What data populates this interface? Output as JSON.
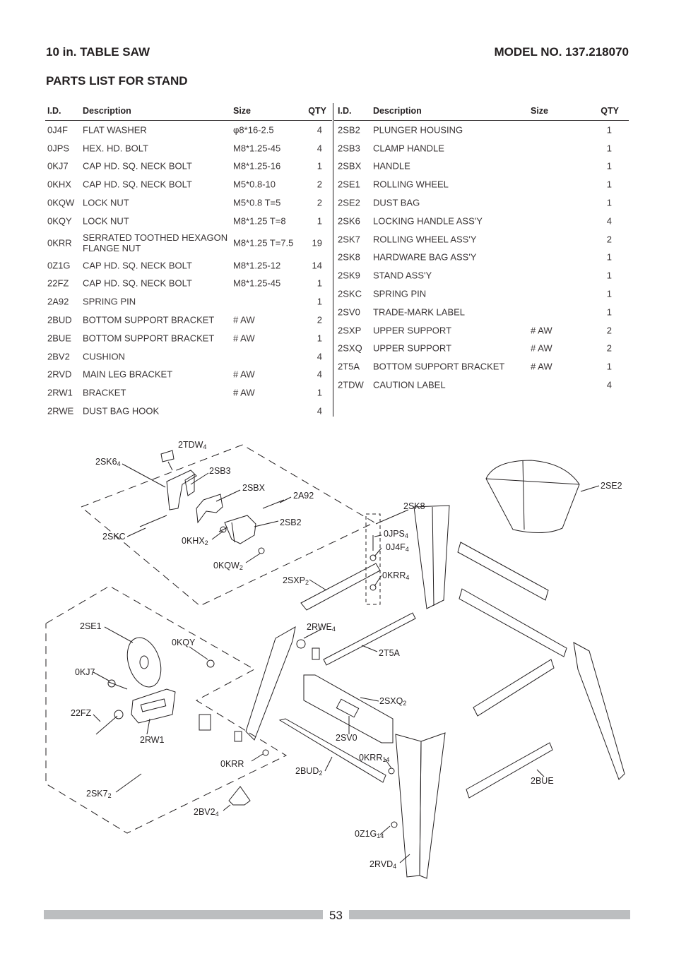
{
  "header": {
    "title": "10 in. TABLE SAW",
    "model": "MODEL NO. 137.218070",
    "subtitle": "PARTS LIST FOR STAND"
  },
  "columns": {
    "id": "I.D.",
    "description": "Description",
    "size": "Size",
    "qty": "QTY"
  },
  "parts_left": [
    {
      "id": "0J4F",
      "description": "FLAT WASHER",
      "size": "φ8*16-2.5",
      "qty": "4"
    },
    {
      "id": "0JPS",
      "description": "HEX. HD. BOLT",
      "size": "M8*1.25-45",
      "qty": "4"
    },
    {
      "id": "0KJ7",
      "description": "CAP HD. SQ. NECK BOLT",
      "size": "M8*1.25-16",
      "qty": "1"
    },
    {
      "id": "0KHX",
      "description": "CAP HD. SQ. NECK BOLT",
      "size": "M5*0.8-10",
      "qty": "2"
    },
    {
      "id": "0KQW",
      "description": "LOCK NUT",
      "size": "M5*0.8 T=5",
      "qty": "2"
    },
    {
      "id": "0KQY",
      "description": "LOCK NUT",
      "size": "M8*1.25 T=8",
      "qty": "1"
    },
    {
      "id": "0KRR",
      "description": "SERRATED TOOTHED HEXAGON FLANGE NUT",
      "size": "M8*1.25 T=7.5",
      "qty": "19"
    },
    {
      "id": "0Z1G",
      "description": "CAP HD. SQ. NECK BOLT",
      "size": "M8*1.25-12",
      "qty": "14"
    },
    {
      "id": "22FZ",
      "description": "CAP HD. SQ. NECK BOLT",
      "size": "M8*1.25-45",
      "qty": "1"
    },
    {
      "id": "2A92",
      "description": "SPRING PIN",
      "size": "",
      "qty": "1"
    },
    {
      "id": "2BUD",
      "description": "BOTTOM SUPPORT BRACKET",
      "size": "# AW",
      "qty": "2"
    },
    {
      "id": "2BUE",
      "description": "BOTTOM SUPPORT BRACKET",
      "size": "# AW",
      "qty": "1"
    },
    {
      "id": "2BV2",
      "description": "CUSHION",
      "size": "",
      "qty": "4"
    },
    {
      "id": "2RVD",
      "description": "MAIN LEG BRACKET",
      "size": "# AW",
      "qty": "4"
    },
    {
      "id": "2RW1",
      "description": "BRACKET",
      "size": "# AW",
      "qty": "1"
    },
    {
      "id": "2RWE",
      "description": "DUST BAG HOOK",
      "size": "",
      "qty": "4"
    }
  ],
  "parts_right": [
    {
      "id": "2SB2",
      "description": "PLUNGER HOUSING",
      "size": "",
      "qty": "1"
    },
    {
      "id": "2SB3",
      "description": "CLAMP HANDLE",
      "size": "",
      "qty": "1"
    },
    {
      "id": "2SBX",
      "description": "HANDLE",
      "size": "",
      "qty": "1"
    },
    {
      "id": "2SE1",
      "description": "ROLLING WHEEL",
      "size": "",
      "qty": "1"
    },
    {
      "id": "2SE2",
      "description": "DUST BAG",
      "size": "",
      "qty": "1"
    },
    {
      "id": "2SK6",
      "description": "LOCKING HANDLE ASS'Y",
      "size": "",
      "qty": "4"
    },
    {
      "id": "2SK7",
      "description": "ROLLING WHEEL ASS'Y",
      "size": "",
      "qty": "2"
    },
    {
      "id": "2SK8",
      "description": "HARDWARE BAG ASS'Y",
      "size": "",
      "qty": "1"
    },
    {
      "id": "2SK9",
      "description": "STAND ASS'Y",
      "size": "",
      "qty": "1"
    },
    {
      "id": "2SKC",
      "description": "SPRING PIN",
      "size": "",
      "qty": "1"
    },
    {
      "id": "2SV0",
      "description": "TRADE-MARK LABEL",
      "size": "",
      "qty": "1"
    },
    {
      "id": "2SXP",
      "description": "UPPER SUPPORT",
      "size": "# AW",
      "qty": "2"
    },
    {
      "id": "2SXQ",
      "description": "UPPER SUPPORT",
      "size": "# AW",
      "qty": "2"
    },
    {
      "id": "2T5A",
      "description": "BOTTOM SUPPORT BRACKET",
      "size": "# AW",
      "qty": "1"
    },
    {
      "id": "2TDW",
      "description": "CAUTION LABEL",
      "size": "",
      "qty": "4"
    }
  ],
  "callouts": [
    {
      "code": "2TDW",
      "qty": "4"
    },
    {
      "code": "2SK6",
      "qty": "4"
    },
    {
      "code": "2SB3",
      "qty": ""
    },
    {
      "code": "2SBX",
      "qty": ""
    },
    {
      "code": "2A92",
      "qty": ""
    },
    {
      "code": "2SB2",
      "qty": ""
    },
    {
      "code": "2SKC",
      "qty": ""
    },
    {
      "code": "0KHX",
      "qty": "2"
    },
    {
      "code": "0KQW",
      "qty": "2"
    },
    {
      "code": "2SK8",
      "qty": ""
    },
    {
      "code": "0JPS",
      "qty": "4"
    },
    {
      "code": "0J4F",
      "qty": "4"
    },
    {
      "code": "0KRR",
      "qty": "4"
    },
    {
      "code": "2SXP",
      "qty": "2"
    },
    {
      "code": "2SE2",
      "qty": ""
    },
    {
      "code": "2SE1",
      "qty": ""
    },
    {
      "code": "0KQY",
      "qty": ""
    },
    {
      "code": "0KJ7",
      "qty": ""
    },
    {
      "code": "22FZ",
      "qty": ""
    },
    {
      "code": "2RW1",
      "qty": ""
    },
    {
      "code": "2RWE",
      "qty": "4"
    },
    {
      "code": "2T5A",
      "qty": ""
    },
    {
      "code": "2SXQ",
      "qty": "2"
    },
    {
      "code": "2SV0",
      "qty": ""
    },
    {
      "code": "0KRR",
      "qty": "14"
    },
    {
      "code": "0KRR",
      "qty": ""
    },
    {
      "code": "2BUD",
      "qty": "2"
    },
    {
      "code": "2BUE",
      "qty": ""
    },
    {
      "code": "2SK7",
      "qty": "2"
    },
    {
      "code": "2BV2",
      "qty": "4"
    },
    {
      "code": "0Z1G",
      "qty": "14"
    },
    {
      "code": "2RVD",
      "qty": "4"
    }
  ],
  "footer": {
    "page": "53"
  }
}
